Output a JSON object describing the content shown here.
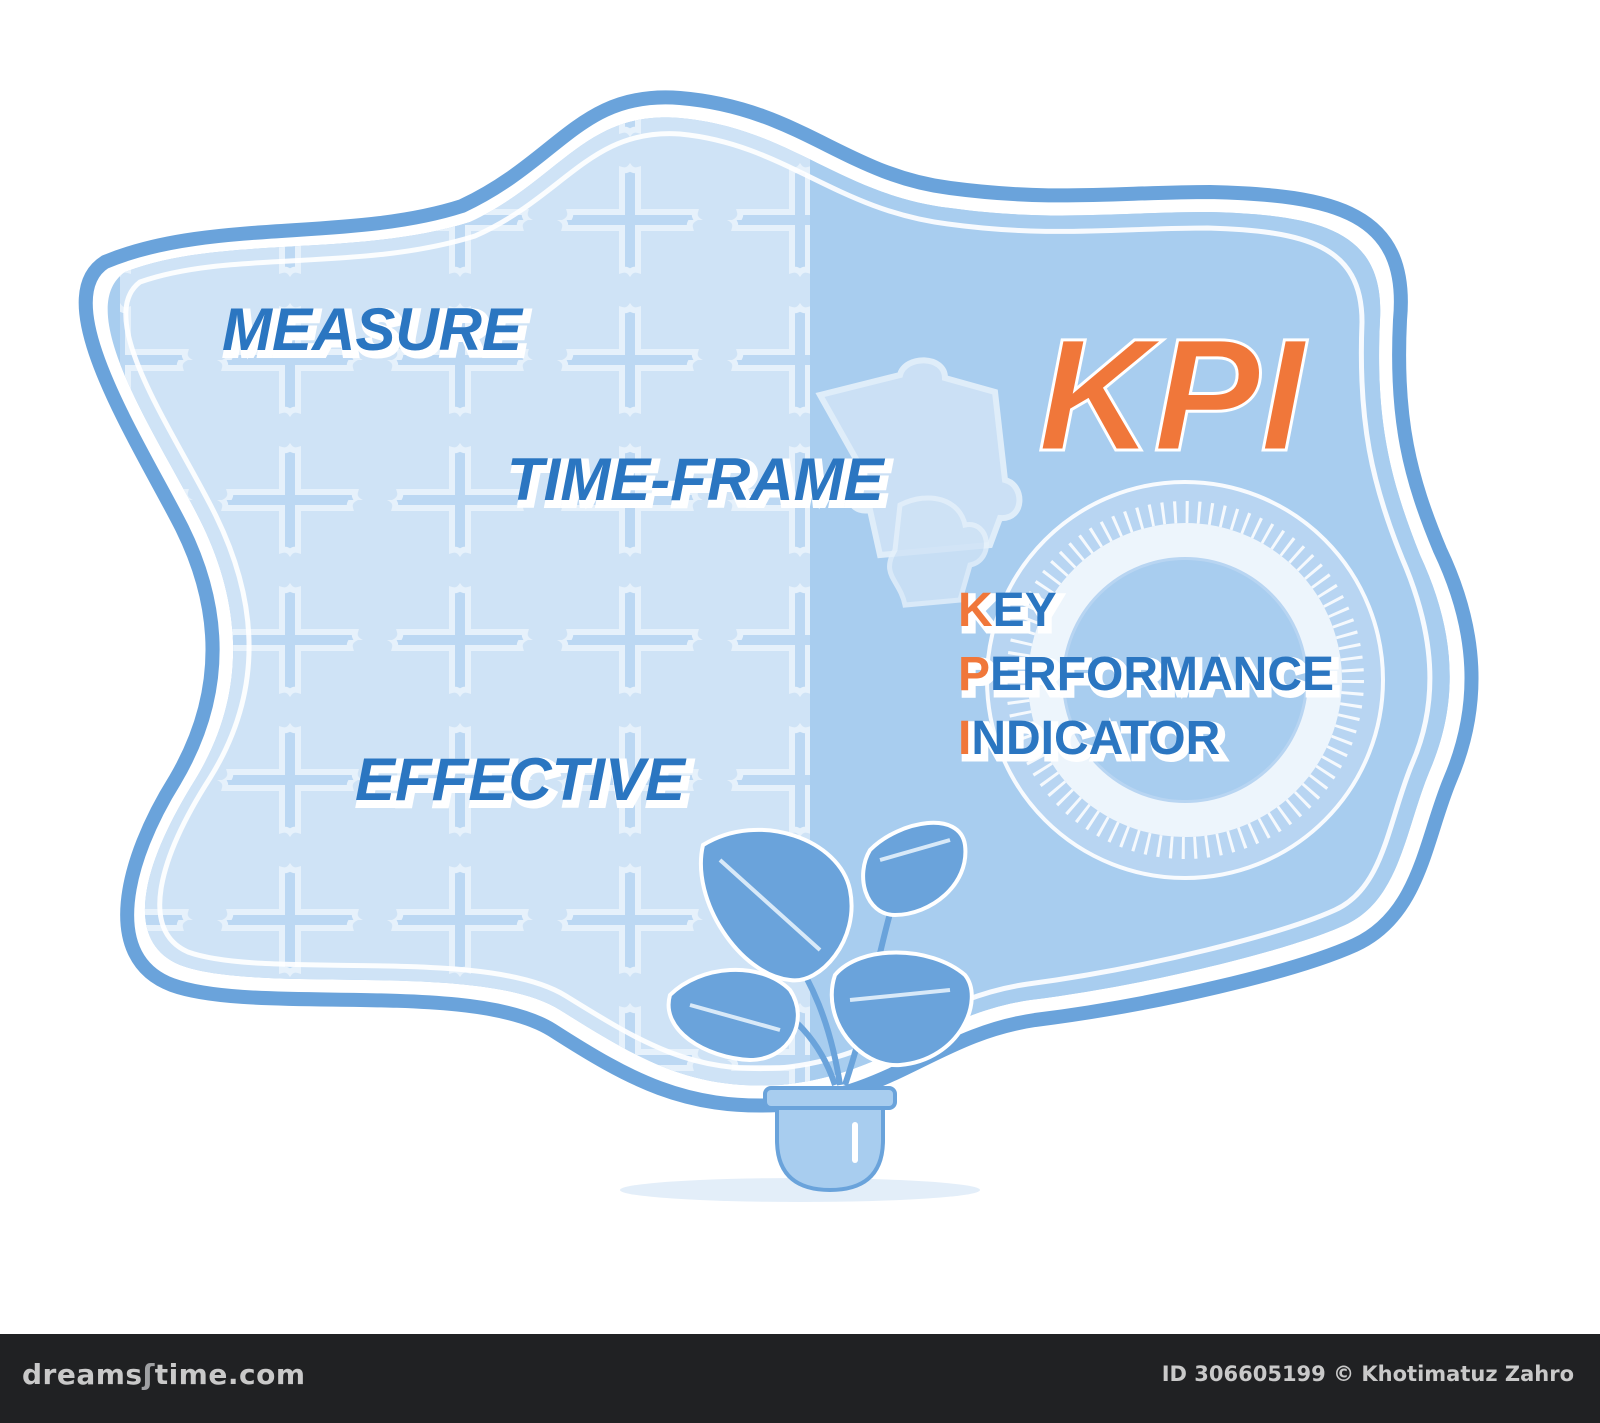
{
  "colors": {
    "blob_fill": "#a8cdef",
    "blob_outline": "#6aa3db",
    "puzzle_light": "#cfe3f6",
    "word_blue": "#2b76c1",
    "kpi_orange": "#f0773a",
    "footer_bg": "#202123"
  },
  "words": {
    "measure": "MEASURE",
    "time_frame": "TIME-FRAME",
    "effective": "EFFECTIVE"
  },
  "kpi": {
    "title": "KPI",
    "line1_first": "K",
    "line1_rest": "EY",
    "line2_first": "P",
    "line2_rest": "ERFORMANCE",
    "line3_first": "I",
    "line3_rest": "NDICATOR"
  },
  "icons": [
    "monstera-plant-icon",
    "flower-pot-icon",
    "puzzle-pieces-icon",
    "dial-ring-icon"
  ],
  "footer": {
    "logo_prefix": "dreams",
    "logo_sym": "ʃ",
    "logo_suffix": "time.com",
    "credit": "ID 306605199 © Khotimatuz Zahro"
  }
}
